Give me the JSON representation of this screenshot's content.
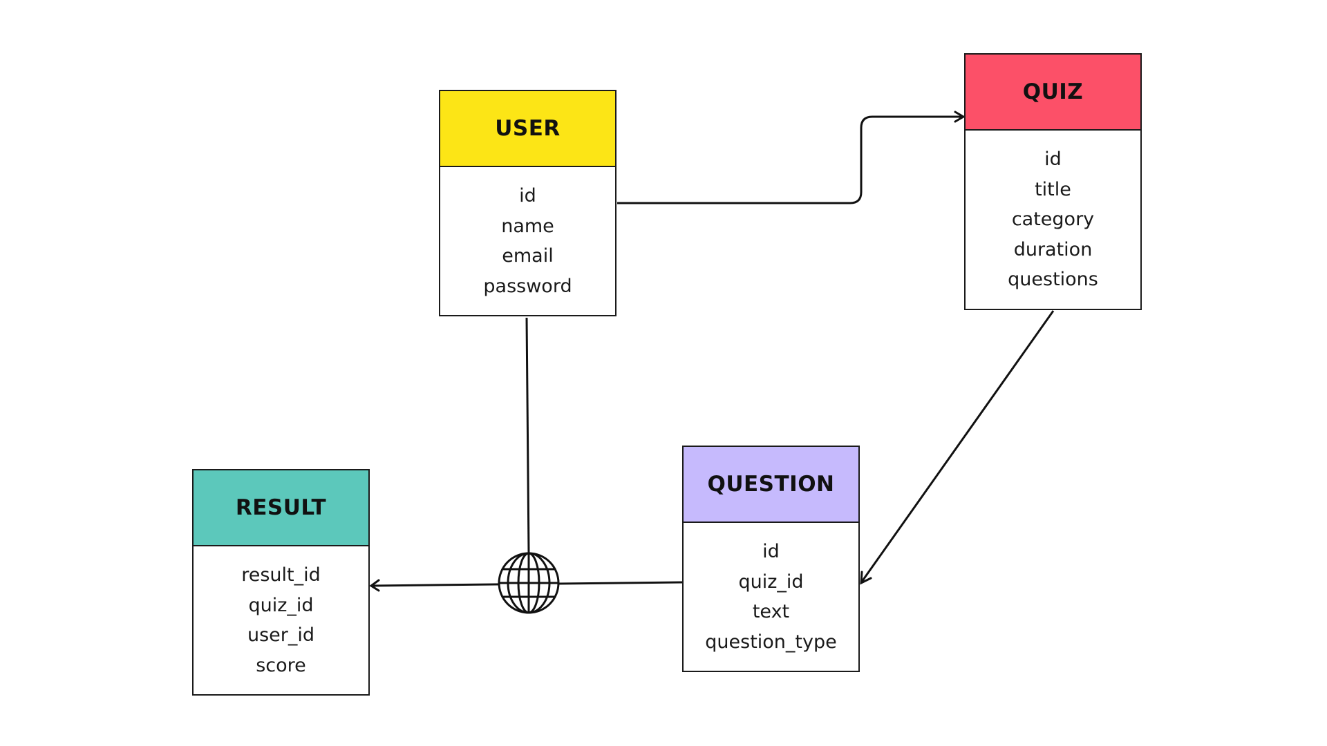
{
  "entities": {
    "user": {
      "title": "USER",
      "color": "#fce516",
      "fields": [
        "id",
        "name",
        "email",
        "password"
      ]
    },
    "quiz": {
      "title": "QUIZ",
      "color": "#fc5068",
      "fields": [
        "id",
        "title",
        "category",
        "duration",
        "questions"
      ]
    },
    "question": {
      "title": "QUESTION",
      "color": "#c6bafd",
      "fields": [
        "id",
        "quiz_id",
        "text",
        "question_type"
      ]
    },
    "result": {
      "title": "RESULT",
      "color": "#5cc8bb",
      "fields": [
        "result_id",
        "quiz_id",
        "user_id",
        "score"
      ]
    }
  },
  "relationships": [
    {
      "from": "user",
      "to": "quiz",
      "arrow": "end"
    },
    {
      "from": "quiz",
      "to": "question",
      "arrow": "end"
    },
    {
      "from": "question",
      "to": "result",
      "arrow": "end",
      "via": "globe-icon"
    },
    {
      "from": "user",
      "to": "result",
      "arrow": "none",
      "via": "globe-icon"
    }
  ],
  "line_color": "#111111"
}
